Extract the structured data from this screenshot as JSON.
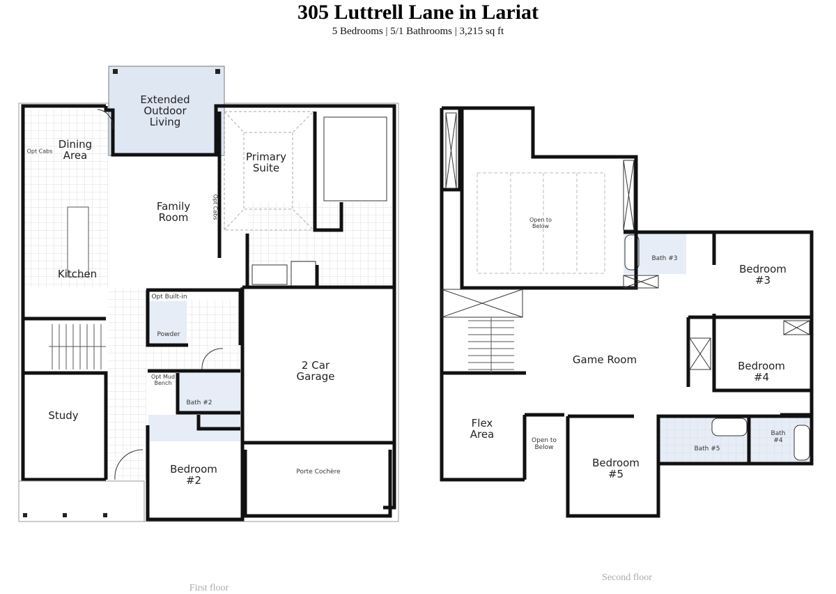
{
  "header": {
    "title": "305 Luttrell Lane in Lariat",
    "subtitle": "5 Bedrooms | 5/1 Bathrooms | 3,215 sq ft"
  },
  "first_floor": {
    "caption": "First floor",
    "rooms": {
      "outdoor": "Extended Outdoor Living",
      "dining": "Dining Area",
      "opt_cabs_kitchen": "Opt Cabs",
      "family": "Family Room",
      "opt_cabs_family": "Opt Cabs",
      "primary": "Primary Suite",
      "kitchen": "Kitchen",
      "opt_builtin": "Opt Built-in",
      "powder": "Powder",
      "mud_bench": "Opt Mud Bench",
      "bath2": "Bath #2",
      "study": "Study",
      "bedroom2": "Bedroom #2",
      "garage": "2 Car Garage",
      "porte": "Porte Cochère"
    }
  },
  "second_floor": {
    "caption": "Second floor",
    "rooms": {
      "open_below_1": "Open to Below",
      "bath3": "Bath #3",
      "bedroom3": "Bedroom #3",
      "game": "Game Room",
      "bedroom4": "Bedroom #4",
      "flex": "Flex Area",
      "open_below_2": "Open to Below",
      "bedroom5": "Bedroom #5",
      "bath5": "Bath #5",
      "bath4": "Bath #4"
    }
  },
  "colors": {
    "wall": "#111111",
    "wet_area": "#e6edf7",
    "outdoor": "#dfe7f3",
    "grid": "#dddddd"
  }
}
